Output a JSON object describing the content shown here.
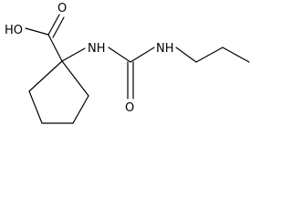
{
  "molecule": {
    "labels": {
      "hydroxyl": "HO",
      "acid_oxygen": "O",
      "nh_left": "NH",
      "urea_oxygen": "O",
      "nh_right": "NH"
    }
  }
}
